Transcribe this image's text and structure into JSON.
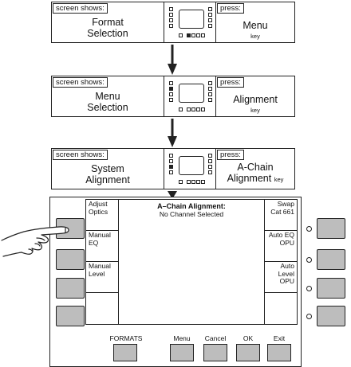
{
  "steps": [
    {
      "screen_tag": "screen shows:",
      "screen_text": [
        "Format",
        "Selection"
      ],
      "press_tag": "press:",
      "key_text": [
        "Menu"
      ],
      "key_label": "key",
      "key_inline": false
    },
    {
      "screen_tag": "screen shows:",
      "screen_text": [
        "Menu",
        "Selection"
      ],
      "press_tag": "press:",
      "key_text": [
        "Alignment"
      ],
      "key_label": "key",
      "key_inline": false
    },
    {
      "screen_tag": "screen shows:",
      "screen_text": [
        "System",
        "Alignment"
      ],
      "press_tag": "press:",
      "key_text": [
        "A-Chain",
        "Alignment"
      ],
      "key_label": "key",
      "key_inline": true
    }
  ],
  "display": {
    "title": "A–Chain Alignment:",
    "subtitle": "No Channel Selected",
    "left_items": [
      "Adjust Optics",
      "Manual EQ",
      "Manual Level",
      ""
    ],
    "right_items": [
      "Swap Cat 661",
      "Auto EQ OPU",
      "Auto Level OPU",
      ""
    ]
  },
  "buttons": {
    "formats": "FORMATS",
    "menu": "Menu",
    "cancel": "Cancel",
    "ok": "OK",
    "exit": "Exit"
  }
}
